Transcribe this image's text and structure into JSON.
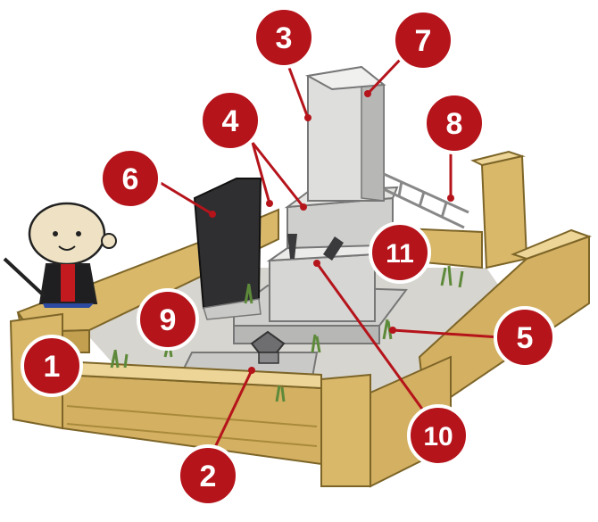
{
  "colors": {
    "badge_fill": "#b5141b",
    "badge_ring": "#ffffff",
    "badge_text": "#ffffff",
    "leader_line": "#b5141b",
    "sand_stone": "#d9b86a",
    "sand_stone_dark": "#a98a3c",
    "granite_light": "#e4e4e2",
    "granite_mid": "#c7c7c5",
    "granite_dark": "#9a9a98",
    "black_stone": "#2f2f31",
    "gravel": "#d7d5cf",
    "grass": "#5d8a3a"
  },
  "callouts": [
    {
      "label": "1"
    },
    {
      "label": "2"
    },
    {
      "label": "3"
    },
    {
      "label": "4"
    },
    {
      "label": "5"
    },
    {
      "label": "6"
    },
    {
      "label": "7"
    },
    {
      "label": "8"
    },
    {
      "label": "9"
    },
    {
      "label": "10"
    },
    {
      "label": "11"
    }
  ],
  "icons": {
    "mascot": "samurai-mascot-icon",
    "lantern": "stone-lantern-icon",
    "vase": "flower-vase-icon"
  }
}
